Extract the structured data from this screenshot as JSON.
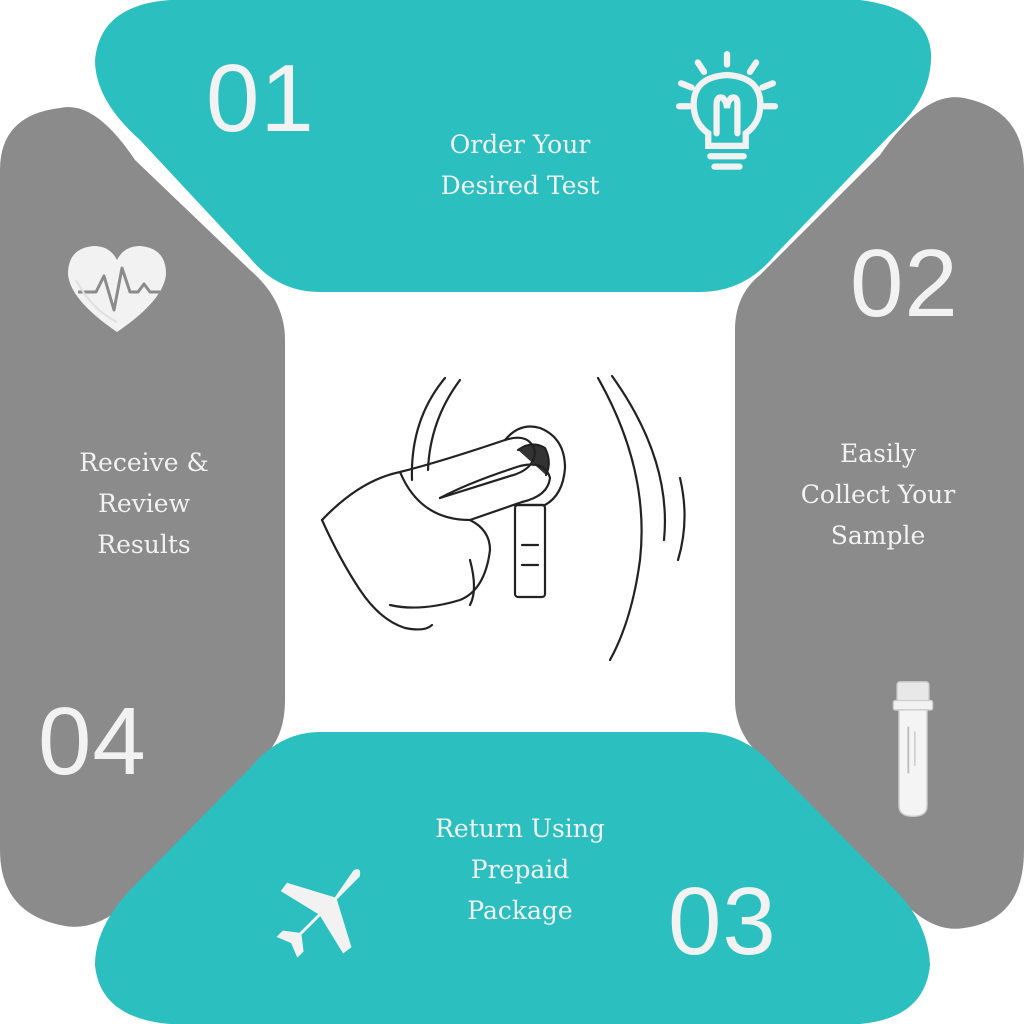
{
  "colors": {
    "teal": "#2bbfc0",
    "gray": "#8b8b8b",
    "text": "#f2f2f2",
    "center_bg": "#ffffff",
    "ink": "#222222"
  },
  "steps": [
    {
      "number": "01",
      "label": "Order Your\nDesired Test",
      "icon": "lightbulb-icon",
      "color": "#2bbfc0"
    },
    {
      "number": "02",
      "label": "Easily\nCollect Your\nSample",
      "icon": "sample-tube-icon",
      "color": "#8b8b8b"
    },
    {
      "number": "03",
      "label": "Return Using\nPrepaid\nPackage",
      "icon": "airplane-icon",
      "color": "#2bbfc0"
    },
    {
      "number": "04",
      "label": "Receive &\nReview\nResults",
      "icon": "heart-pulse-icon",
      "color": "#8b8b8b"
    }
  ],
  "center_image": "finger-prick-blood-collection-illustration"
}
